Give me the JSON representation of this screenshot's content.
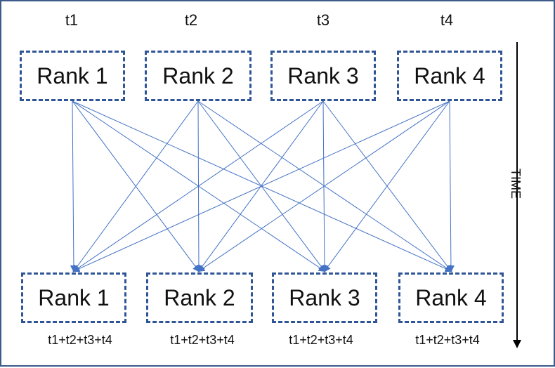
{
  "top_labels": [
    "t1",
    "t2",
    "t3",
    "t4"
  ],
  "source_ranks": [
    "Rank 1",
    "Rank 2",
    "Rank 3",
    "Rank 4"
  ],
  "target_ranks": [
    "Rank 1",
    "Rank 2",
    "Rank 3",
    "Rank 4"
  ],
  "bottom_labels": [
    "t1+t2+t3+t4",
    "t1+t2+t3+t4",
    "t1+t2+t3+t4",
    "t1+t2+t3+t4"
  ],
  "axis_label": "TIME",
  "colors": {
    "box_border": "#2f5597",
    "edge": "#4472c4",
    "arrow": "#000000",
    "frame": "#3c5a8a"
  }
}
